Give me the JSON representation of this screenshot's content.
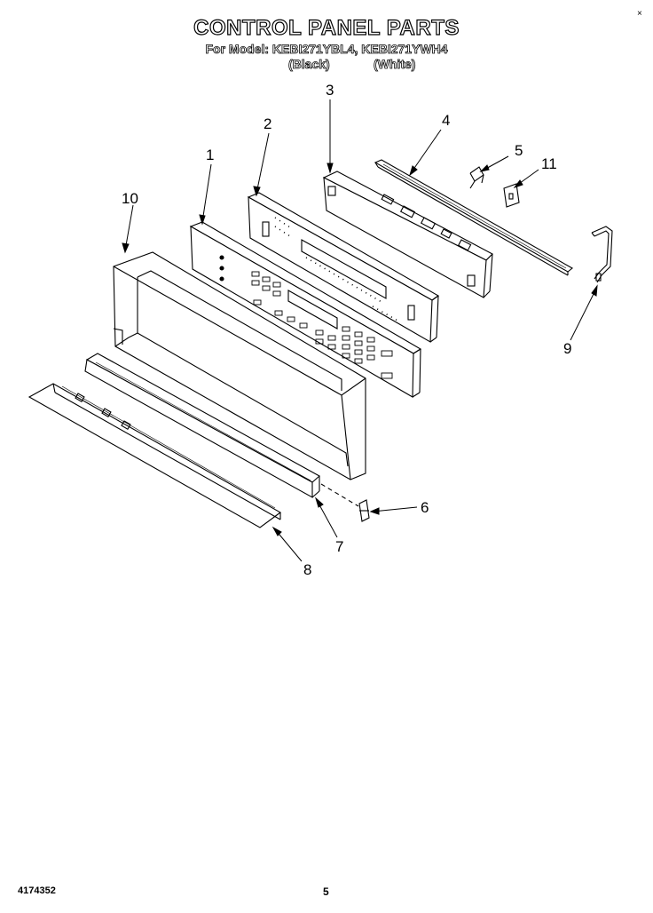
{
  "header": {
    "title": "CONTROL PANEL PARTS",
    "subtitle": "For Model: KEBI271YBL4, KEBI271YWH4",
    "variant_black": "(Black)",
    "variant_white": "(White)",
    "corner_mark": "×"
  },
  "callouts": {
    "c1": "1",
    "c2": "2",
    "c3": "3",
    "c4": "4",
    "c5": "5",
    "c6": "6",
    "c7": "7",
    "c8": "8",
    "c9": "9",
    "c10": "10",
    "c11": "11"
  },
  "footer": {
    "doc_number": "4174352",
    "page_number": "5"
  }
}
